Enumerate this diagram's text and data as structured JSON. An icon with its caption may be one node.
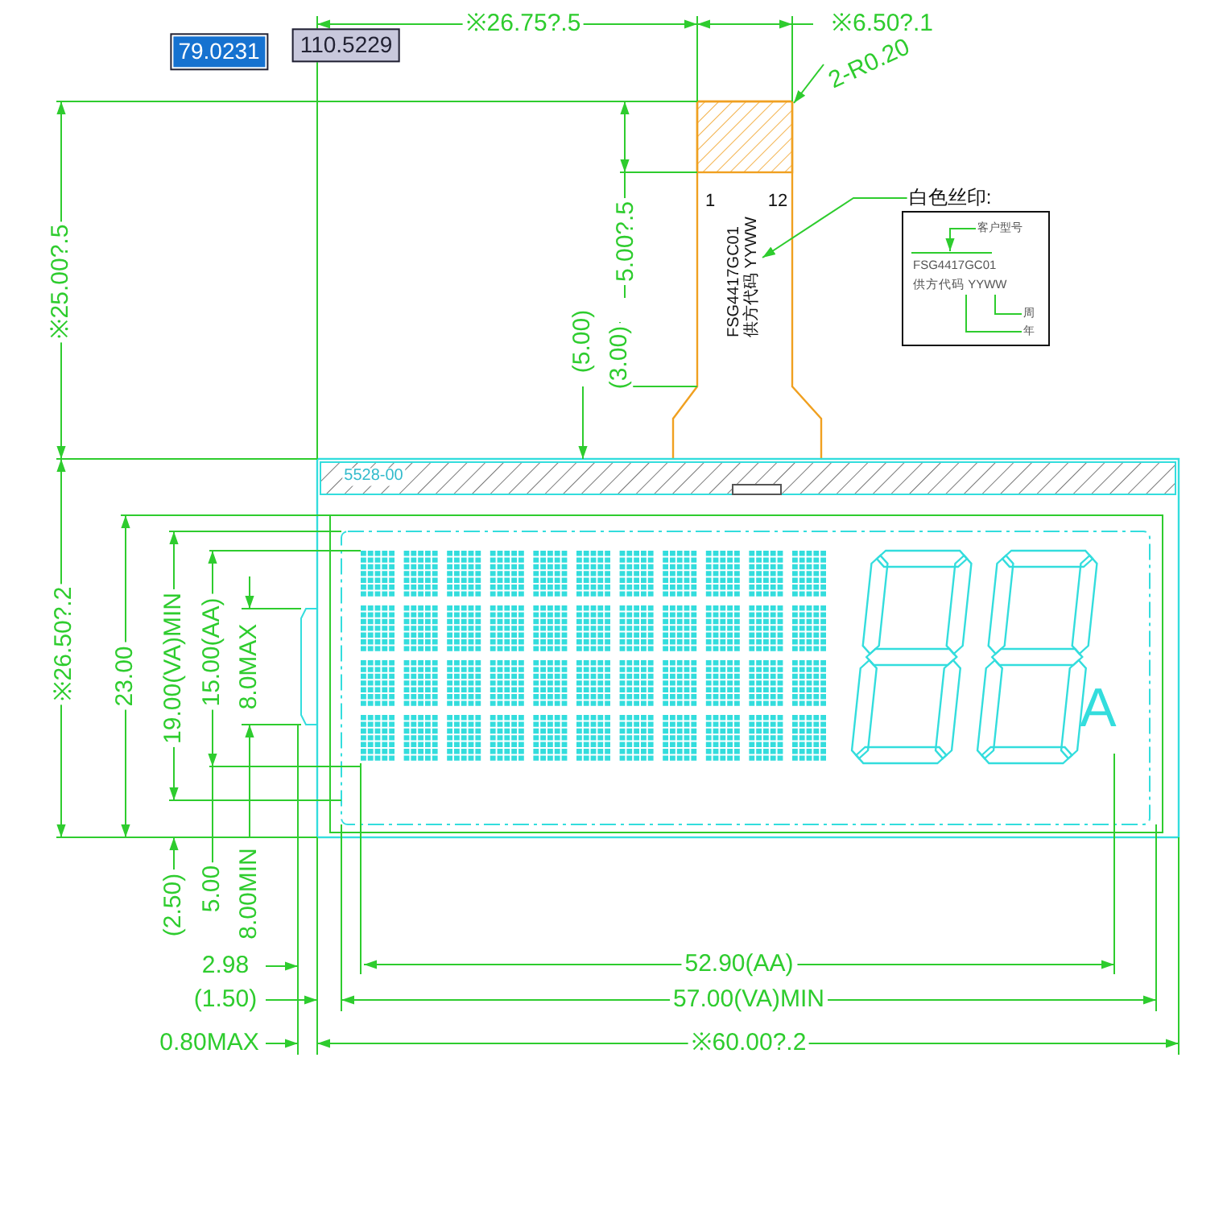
{
  "diagram": {
    "nodes": [
      {
        "text": [
          "白色丝印:"
        ]
      },
      {
        "text": [
          "FSG4417GC01",
          "供方代码 YYWW"
        ]
      },
      {
        "text": [
          "2-R0.20"
        ]
      },
      {
        "text": [
          "FSG4417GC01",
          "供方代码 YYWW"
        ]
      },
      {
        "text": [
          "客户型号"
        ],
        "in": 3
      },
      {
        "text": [
          "周"
        ],
        "in": 3
      },
      {
        "text": [
          "年"
        ],
        "in": 3
      }
    ],
    "edges": [
      {
        "from": 0,
        "to": 1,
        "arrow": "to"
      },
      {
        "from": 2,
        "to": null,
        "arrow": "to"
      },
      {
        "from": 4,
        "to": null,
        "arrow": "to"
      },
      {
        "from": 5,
        "to": null,
        "arrow": "none"
      },
      {
        "from": 6,
        "to": null,
        "arrow": "none"
      }
    ],
    "labels": [
      "79.0231",
      "110.5229",
      "※26.75?.5",
      "※6.50?.1",
      "1",
      "12",
      "5.00?.5",
      "※25.00?.5",
      "(5.00)",
      "(3.00)",
      "5528-00",
      "※26.50?.2",
      "23.00",
      "19.00(VA)MIN",
      "15.00(AA)",
      "8.0MAX",
      "A",
      "(2.50)",
      "5.00",
      "8.00MIN",
      "2.98",
      "52.90(AA)",
      "(1.50)",
      "57.00(VA)MIN",
      "0.80MAX",
      "※60.00?.2"
    ]
  }
}
